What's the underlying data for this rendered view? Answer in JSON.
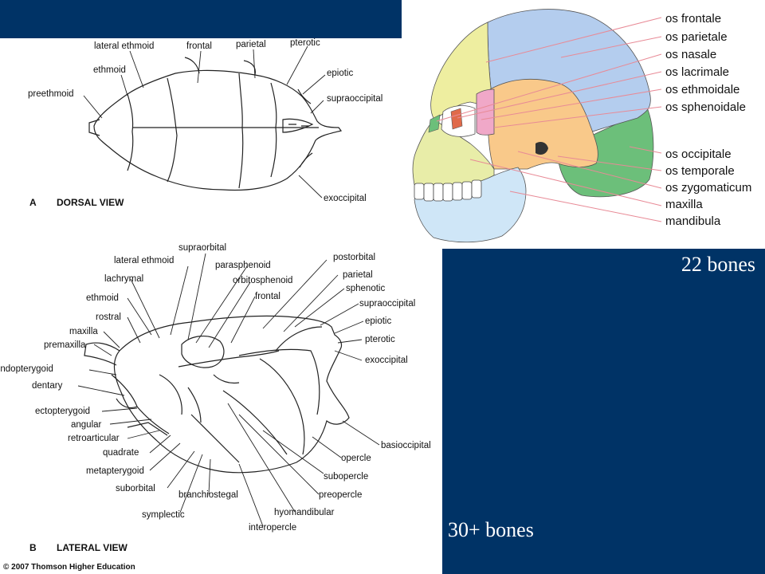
{
  "dorsal": {
    "caption_letter": "A",
    "caption": "DORSAL VIEW",
    "labels": {
      "lateral_ethmoid": "lateral ethmoid",
      "frontal": "frontal",
      "parietal": "parietal",
      "pterotic": "pterotic",
      "ethmoid": "ethmoid",
      "epiotic": "epiotic",
      "preethmoid": "preethmoid",
      "supraoccipital": "supraoccipital",
      "exoccipital": "exoccipital"
    }
  },
  "lateral": {
    "caption_letter": "B",
    "caption": "LATERAL VIEW",
    "labels": {
      "supraorbital": "supraorbital",
      "lateral_ethmoid": "lateral ethmoid",
      "parasphenoid": "parasphenoid",
      "postorbital": "postorbital",
      "orbitosphenoid": "orbitosphenoid",
      "parietal": "parietal",
      "lachrymal": "lachrymal",
      "sphenotic": "sphenotic",
      "frontal": "frontal",
      "ethmoid": "ethmoid",
      "supraoccipital": "supraoccipital",
      "rostral": "rostral",
      "epiotic": "epiotic",
      "maxilla": "maxilla",
      "pterotic": "pterotic",
      "premaxilla": "premaxilla",
      "exoccipital": "exoccipital",
      "endopterygoid": "endopterygoid",
      "dentary": "dentary",
      "ectopterygoid": "ectopterygoid",
      "angular": "angular",
      "basioccipital": "basioccipital",
      "retroarticular": "retroarticular",
      "quadrate": "quadrate",
      "opercle": "opercle",
      "metapterygoid": "metapterygoid",
      "subopercle": "subopercle",
      "suborbital": "suborbital",
      "branchiostegal": "branchiostegal",
      "preopercle": "preopercle",
      "hyomandibular": "hyomandibular",
      "symplectic": "symplectic",
      "interopercle": "interopercle"
    }
  },
  "copyright": "© 2007 Thomson Higher Education",
  "human": {
    "labels": [
      "os frontale",
      "os parietale",
      "os nasale",
      "os lacrimale",
      "os ethmoidale",
      "os sphenoidale",
      "os occipitale",
      "os temporale",
      "os zygomaticum",
      "maxilla",
      "mandibula"
    ]
  },
  "counts": {
    "human": "22 bones",
    "fish": "30+ bones"
  },
  "colors": {
    "navy": "#003366",
    "frontal": "#eeeea0",
    "parietal": "#b4cdee",
    "temporal": "#f9c98a",
    "occipital": "#6cbf7a",
    "sphenoid": "#f0a8c8",
    "mandible": "#cfe6f7",
    "maxilla": "#e8eda8",
    "leader": "#e88a96"
  }
}
